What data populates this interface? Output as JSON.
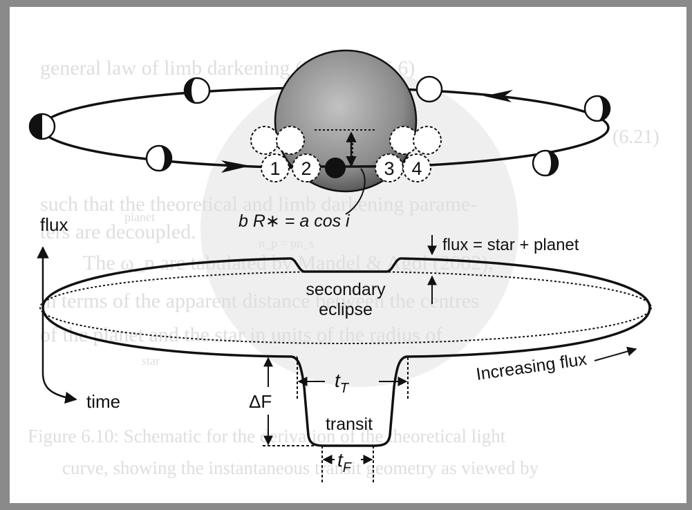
{
  "diagram": {
    "labels": {
      "flux_axis": "flux",
      "time_axis": "time",
      "impact_relation": "b R∗ = a cos i",
      "flux_sum": "flux = star + planet",
      "secondary_eclipse_line1": "secondary",
      "secondary_eclipse_line2": "eclipse",
      "increasing_flux": "Increasing flux",
      "transit": "transit",
      "delta_f": "ΔF",
      "t_total_main": "t",
      "t_total_sub": "T",
      "t_flat_main": "t",
      "t_flat_sub": "F"
    },
    "contact_points": [
      "1",
      "2",
      "3",
      "4"
    ],
    "background_text": {
      "line1": "general law of limb darkening (Equation 6.6)",
      "eq_number": "(6.21)",
      "line2": "such that the theoretical and limb darkening parame-",
      "line3": "ters are decoupled.",
      "line4": "The ω_n are tabulated by Mandel & Agol (2002),",
      "line5": "in terms of the apparent distance between the centres",
      "line6": "of the planet and the star in units of the radius of",
      "caption1": "Figure 6.10: Schematic for the derivation of the theoretical light",
      "caption2": "curve, showing the instantaneous transit geometry as viewed by",
      "small_planet": "planet",
      "small_np": "n_p = pn_s",
      "small_star": "star"
    },
    "colors": {
      "ink": "#111111",
      "star_light": "#b3b3b3",
      "star_dark": "#4a4a4a",
      "ghost_text": "#dedede",
      "ghost_disc": "#ececec",
      "frame": "#8a8a8a"
    }
  }
}
